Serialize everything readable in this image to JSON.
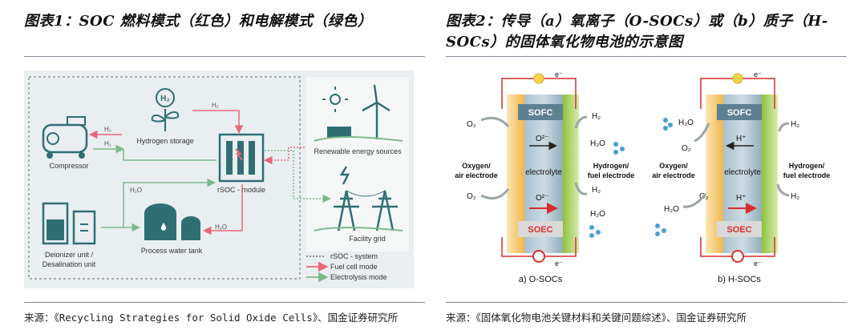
{
  "left": {
    "title": "图表1：SOC 燃料模式（红色）和电解模式（绿色）",
    "source": "来源：《Recycling Strategies for Solid Oxide Cells》、国金证券研究所",
    "labels": {
      "hydrogen_storage": "Hydrogen storage",
      "h2_symbol": "H₂",
      "compressor": "Compressor",
      "rsoc_module": "rSOC - module",
      "renewable": "Renewable energy sources",
      "facility_grid": "Facility grid",
      "deionizer_line1": "Deionizer unit /",
      "deionizer_line2": "Desalination unit",
      "process_water_tank": "Process water tank",
      "h2_a": "H₂",
      "h2_b": "H₂",
      "h2_c": "H₂",
      "h2o_a": "H₂O",
      "h2o_b": "H₂O"
    },
    "legend": [
      {
        "label": "rSOC - system",
        "style": "dashed",
        "color": "#6b6b6b"
      },
      {
        "label": "Fuel cell mode",
        "style": "solid",
        "color": "#e8667a"
      },
      {
        "label": "Electrolysis mode",
        "style": "solid",
        "color": "#7cb98b"
      }
    ]
  },
  "right": {
    "title": "图表2：传导（a）氧离子（O-SOCs）或（b）质子（H-SOCs）的固体氧化物电池的示意图",
    "source": "来源：《固体氧化物电池关键材料和关键问题综述》、国金证券研究所",
    "a": {
      "caption": "a) O-SOCs",
      "sofc": "SOFC",
      "soec": "SOEC",
      "electrolyte": "electrolyte",
      "ion_top": "O²⁻",
      "ion_bottom": "O²⁻",
      "left_label1": "Oxygen/",
      "left_label2": "air electrode",
      "right_label1": "Hydrogen/",
      "right_label2": "fuel electrode",
      "o2_top": "O₂",
      "o2_bottom": "O₂",
      "h2_top": "H₂",
      "h2o_top": "H₂O",
      "h2_bottom": "H₂",
      "h2o_bottom": "H₂O",
      "e_top": "e⁻",
      "e_bottom": "e⁻"
    },
    "b": {
      "caption": "b) H-SOCs",
      "sofc": "SOFC",
      "soec": "SOEC",
      "electrolyte": "electrolyte",
      "ion_top": "H⁺",
      "ion_bottom": "H⁺",
      "left_label1": "Oxygen/",
      "left_label2": "air electrode",
      "right_label1": "Hydrogen/",
      "right_label2": "fuel electrode",
      "h2o_top": "H₂O",
      "o2_top": "O₂",
      "o2_bottom": "O₂",
      "h2o_bottom": "H₂O",
      "h2_top": "H₂",
      "h2_bottom": "H₂",
      "e_top": "e⁻",
      "e_bottom": "e⁻"
    }
  },
  "colors": {
    "fuel_cell": "#e8667a",
    "electrolysis": "#7cb98b",
    "icon_teal": "#2f6f74",
    "panel_bg": "#e9eef0",
    "orange_electrode": "#f6c66a",
    "green_electrode": "#8fc23a",
    "electrolyte": "#9fb8c6",
    "soec_red": "#d62d2d",
    "arrow_gray": "#9aa6a8"
  }
}
